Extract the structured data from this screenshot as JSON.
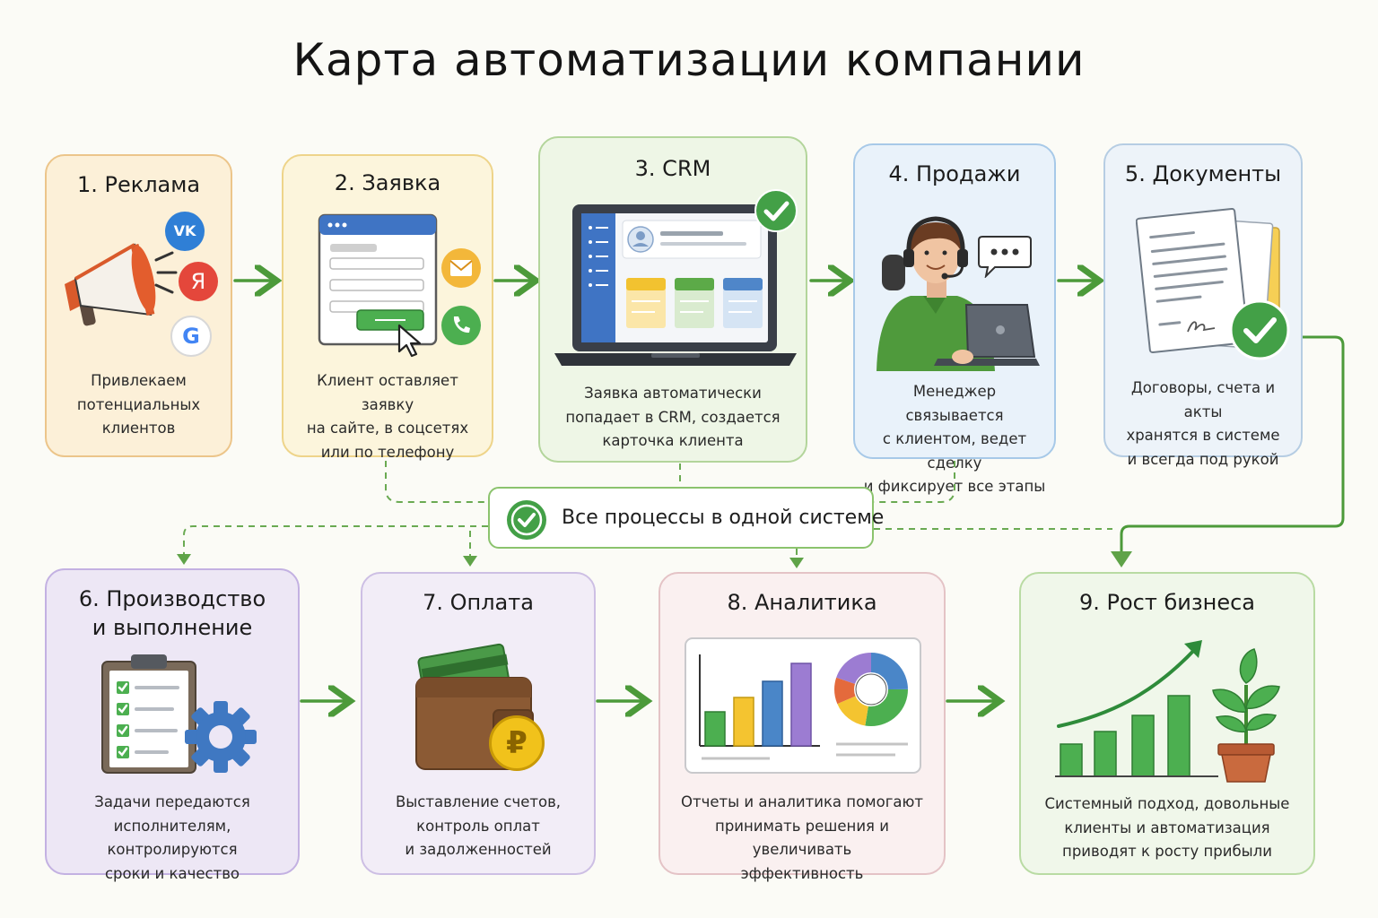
{
  "title": "Карта автоматизации компании",
  "colors": {
    "arrow_green": "#4c9a3a",
    "accent_green": "#4caf50",
    "dashed_green": "#6aaa52"
  },
  "center_badge": {
    "text": "Все процессы в одной системе",
    "icon": "check-circle-icon"
  },
  "steps": [
    {
      "title": "1. Реклама",
      "desc": [
        "Привлекаем",
        "потенциальных",
        "клиентов"
      ],
      "icons": [
        "megaphone-icon",
        "vk-icon",
        "yandex-icon",
        "google-icon"
      ],
      "vk": "VK",
      "yandex": "Я",
      "google": "G"
    },
    {
      "title": "2. Заявка",
      "desc": [
        "Клиент оставляет заявку",
        "на сайте, в соцсетях",
        "или по телефону"
      ],
      "icons": [
        "web-form-icon",
        "cursor-icon",
        "email-icon",
        "phone-icon"
      ]
    },
    {
      "title": "3. CRM",
      "desc": [
        "Заявка автоматически",
        "попадает в CRM, создается",
        "карточка клиента"
      ],
      "icons": [
        "laptop-crm-icon",
        "check-circle-icon"
      ]
    },
    {
      "title": "4. Продажи",
      "desc": [
        "Менеджер связывается",
        "с клиентом, ведет сделку",
        "и фиксирует все этапы"
      ],
      "icons": [
        "manager-headset-icon",
        "chat-bubble-icon",
        "laptop-icon"
      ]
    },
    {
      "title": "5. Документы",
      "desc": [
        "Договоры, счета и акты",
        "хранятся в системе",
        "и всегда под рукой"
      ],
      "icons": [
        "documents-icon",
        "check-circle-icon"
      ]
    },
    {
      "title": [
        "6. Производство",
        "и выполнение"
      ],
      "desc": [
        "Задачи передаются",
        "исполнителям, контролируются",
        "сроки и качество"
      ],
      "icons": [
        "clipboard-checklist-icon",
        "gear-icon"
      ]
    },
    {
      "title": "7. Оплата",
      "desc": [
        "Выставление счетов,",
        "контроль оплат",
        "и задолженностей"
      ],
      "icons": [
        "wallet-icon",
        "ruble-coin-icon"
      ],
      "ruble": "₽"
    },
    {
      "title": "8. Аналитика",
      "desc": [
        "Отчеты и аналитика помогают",
        "принимать решения и увеличивать",
        "эффективность"
      ],
      "icons": [
        "bar-chart-icon",
        "donut-chart-icon"
      ]
    },
    {
      "title": "9. Рост бизнеса",
      "desc": [
        "Системный подход, довольные",
        "клиенты и автоматизация",
        "приводят к росту прибыли"
      ],
      "icons": [
        "growth-chart-icon",
        "plant-icon"
      ]
    }
  ]
}
